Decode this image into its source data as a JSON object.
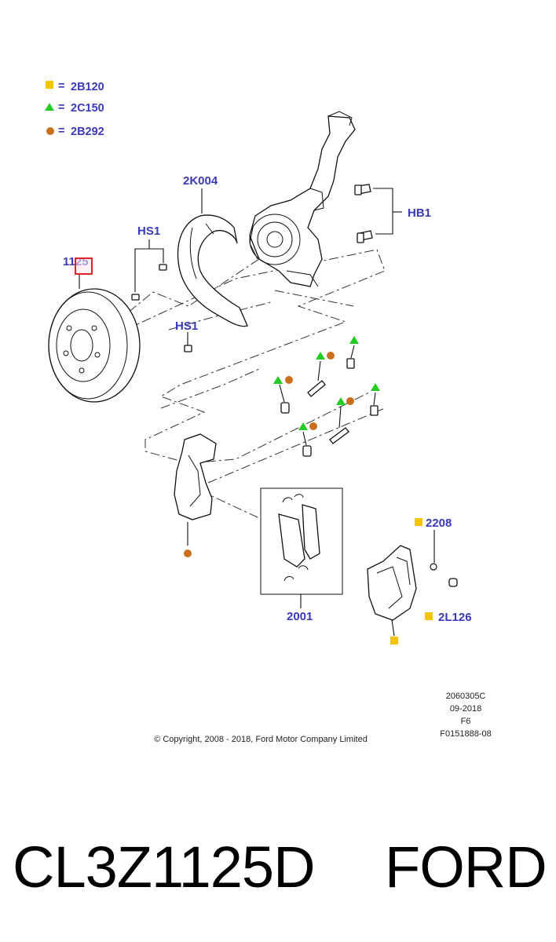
{
  "legend": [
    {
      "symbol": "square",
      "color": "#f5c400",
      "eq": "=",
      "code": "2B120"
    },
    {
      "symbol": "triangle",
      "color": "#22cc22",
      "eq": "=",
      "code": "2C150"
    },
    {
      "symbol": "circle",
      "color": "#c87020",
      "eq": "=",
      "code": "2B292"
    }
  ],
  "labels": {
    "shield": "2K004",
    "hub_bolts": "HB1",
    "shield_screws_top": "HS1",
    "shield_screws_bottom": "HS1",
    "rotor": "1125",
    "pad_kit": "2001",
    "bleeder": "2208",
    "caliper": "2L126"
  },
  "meta": {
    "code1": "2060305C",
    "code2": "09-2018",
    "code3": "F6",
    "code4": "F0151888-08",
    "copyright": "© Copyright, 2008 - 2018, Ford Motor Company Limited"
  },
  "caption": {
    "part_number": "CL3Z1125D",
    "brand": "FORD"
  },
  "colors": {
    "label_blue": "#3a3ab8",
    "highlight_red": "#e0202a",
    "highlight_fill": "#fde7ee"
  }
}
